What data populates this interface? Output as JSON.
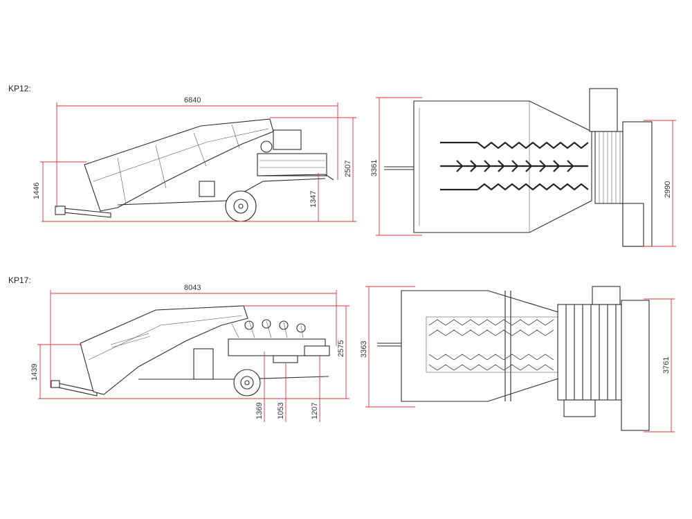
{
  "models": [
    {
      "label": "KP12:",
      "side_view": {
        "overall_length": "6840",
        "overall_height": "2507",
        "hopper_height": "1446",
        "discharge_height": "1347"
      },
      "top_view": {
        "hopper_width": "3361",
        "total_width": "2990"
      }
    },
    {
      "label": "KP17:",
      "side_view": {
        "overall_length": "8043",
        "overall_height": "2575",
        "hopper_height": "1439",
        "discharge_heights": [
          "1369",
          "1053",
          "1207"
        ]
      },
      "top_view": {
        "hopper_width": "3363",
        "total_width": "3761"
      }
    }
  ],
  "colors": {
    "dimension_line": "#e0303a",
    "drawing_line": "#2a2a2a",
    "text": "#333333"
  }
}
